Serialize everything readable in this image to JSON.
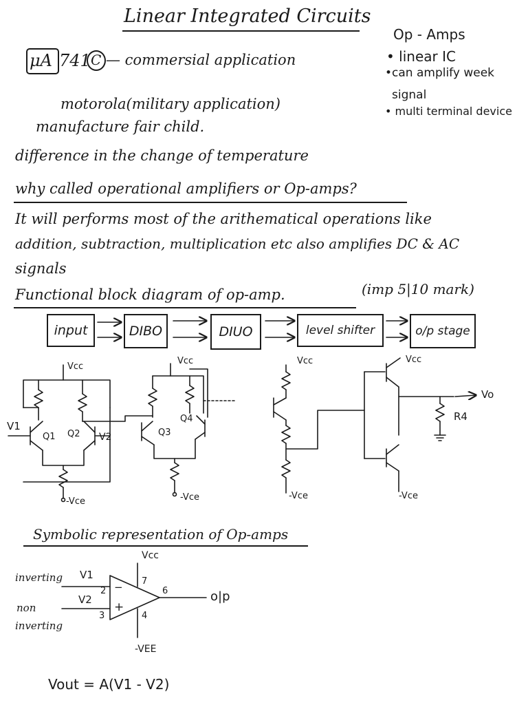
{
  "title": "Linear Integrated Circuits",
  "ua741": {
    "box_text": "μA",
    "mid_text": "741",
    "circle_text": "C",
    "commercial": "— commersial application",
    "motorola": "motorola(military application)",
    "manufacture": "manufacture fair child.",
    "difference": "difference in the change of temperature"
  },
  "opamps_note": {
    "heading": "Op - Amps",
    "items": [
      "• linear IC",
      "•can amplify week",
      "signal",
      "• multi terminal device"
    ]
  },
  "why": {
    "question": "why called operational amplifiers or Op-amps?",
    "line1": "It will performs most of the arithematical operations like",
    "line2": "addition, subtraction, multiplication etc also amplifies DC & AC",
    "line3": "signals"
  },
  "block_diagram": {
    "heading": "Functional block diagram of op-amp.",
    "note": "(imp 5|10 mark)",
    "blocks": [
      "input",
      "DIBO",
      "DIUO",
      "level shifter",
      "o/p stage"
    ]
  },
  "circuit": {
    "vcc": "Vcc",
    "vee": "-Vce",
    "v1": "V1",
    "v2": "V2",
    "q1": "Q1",
    "q2": "Q2",
    "q3": "Q3",
    "q4": "Q4",
    "r4": "R4",
    "vo": "Vo"
  },
  "symbol": {
    "heading": "Symbolic representation of Op-amps",
    "vcc": "Vcc",
    "vee": "-VEE",
    "inverting": "inverting",
    "non": "non",
    "non_inverting": "inverting",
    "v1": "V1",
    "v2": "V2",
    "pin2": "2",
    "pin3": "3",
    "pin4": "4",
    "pin6": "6",
    "pin7": "7",
    "minus": "−",
    "plus": "+",
    "out": "o|p",
    "formula": "Vout = A(V1 - V2)"
  }
}
